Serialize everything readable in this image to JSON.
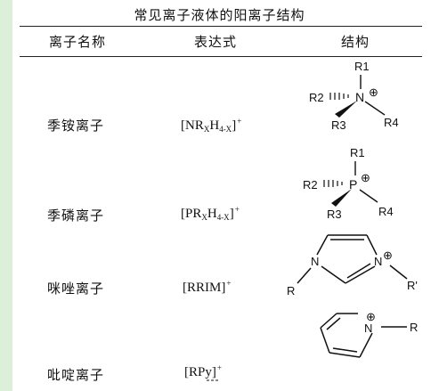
{
  "title": "常见离子液体的阳离子结构",
  "headers": {
    "name": "离子名称",
    "formula": "表达式",
    "structure": "结构"
  },
  "rows": [
    {
      "name": "季铵离子",
      "formula": {
        "open": "[NR",
        "s1": "X",
        "mid": "H",
        "s2": "4-X",
        "close": "]",
        "charge": "+"
      },
      "atoms": {
        "center": "N",
        "r1": "R1",
        "r2": "R2",
        "r3": "R3",
        "r4": "R4",
        "plus": "⊕"
      }
    },
    {
      "name": "季磷离子",
      "formula": {
        "open": "[PR",
        "s1": "X",
        "mid": "H",
        "s2": "4-X",
        "close": "]",
        "charge": "+"
      },
      "atoms": {
        "center": "P",
        "r1": "R1",
        "r2": "R2",
        "r3": "R3",
        "r4": "R4",
        "plus": "⊕"
      }
    },
    {
      "name": "咪唑离子",
      "formula": {
        "text": "[RRIM]",
        "charge": "+"
      },
      "atoms": {
        "n1": "N",
        "n3": "N",
        "r": "R",
        "rp": "R'",
        "plus": "⊕"
      }
    },
    {
      "name": "吡啶离子",
      "formula": {
        "text": "[RPy]",
        "charge": "+"
      },
      "atoms": {
        "n": "N",
        "r": "R",
        "plus": "⊕"
      }
    }
  ]
}
